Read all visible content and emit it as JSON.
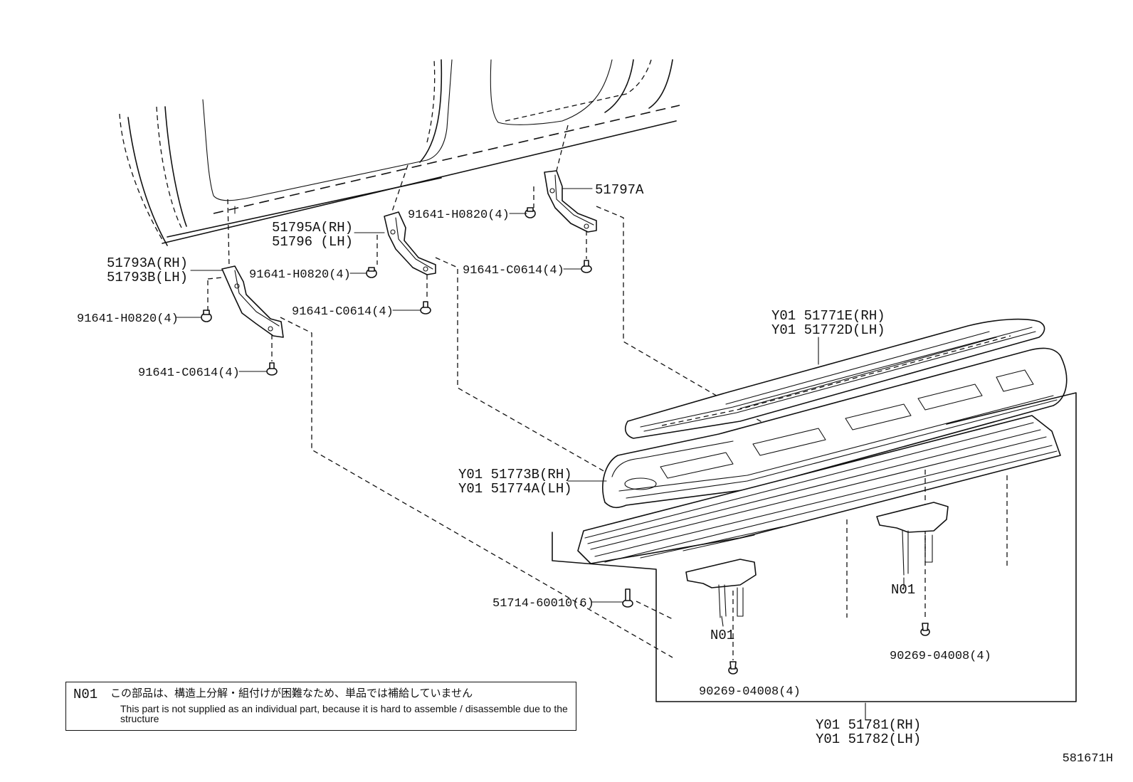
{
  "parts": {
    "bracket_rear": "51797A",
    "bolt_h0820_top": "91641-H0820(4)",
    "bracket_center_rh": "51795A(RH)",
    "bracket_center_lh": "51796 (LH)",
    "bracket_front_rh": "51793A(RH)",
    "bracket_front_lh": "51793B(LH)",
    "bolt_h0820_mid": "91641-H0820(4)",
    "bolt_c0614_right": "91641-C0614(4)",
    "bolt_h0820_left": "91641-H0820(4)",
    "bolt_c0614_mid": "91641-C0614(4)",
    "bolt_c0614_left": "91641-C0614(4)",
    "step_pad_rh": "Y01 51771E(RH)",
    "step_pad_lh": "Y01 51772D(LH)",
    "step_cover_rh": "Y01 51773B(RH)",
    "step_cover_lh": "Y01 51774A(LH)",
    "clip": "51714-60010(6)",
    "n01_left": "N01",
    "n01_right": "N01",
    "screw_left": "90269-04008(4)",
    "screw_right": "90269-04008(4)",
    "step_assy_rh": "Y01 51781(RH)",
    "step_assy_lh": "Y01 51782(LH)"
  },
  "note": {
    "code": "N01",
    "japanese": "この部品は、構造上分解・組付けが困難なため、単品では補給していません",
    "english": "This part is not supplied as an individual part, because it is hard to assemble / disassemble due to the structure"
  },
  "figure_number": "581671H"
}
